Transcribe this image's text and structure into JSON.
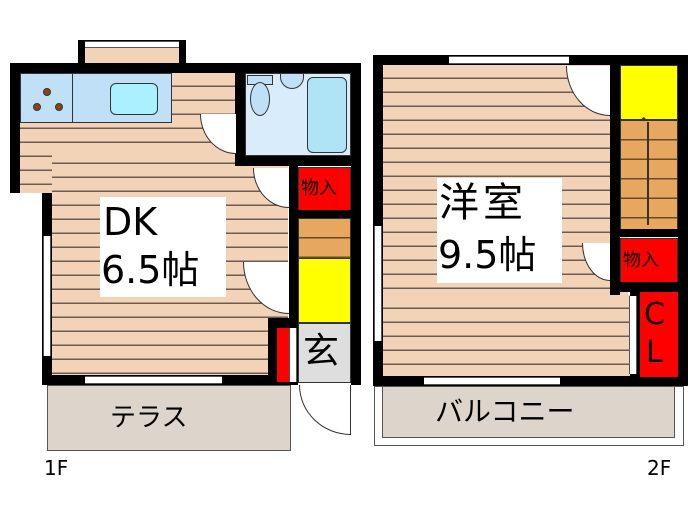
{
  "floor1": {
    "label": "1F",
    "rooms": {
      "dk": {
        "name": "DK",
        "size": "6.5帖"
      },
      "storage": {
        "name": "物入"
      },
      "entrance": {
        "name": "玄"
      },
      "terrace": {
        "name": "テラス"
      }
    }
  },
  "floor2": {
    "label": "2F",
    "rooms": {
      "western": {
        "name": "洋室",
        "size": "9.5帖"
      },
      "storage": {
        "name": "物入"
      },
      "closet": {
        "name_top": "C",
        "name_bottom": "L"
      },
      "balcony": {
        "name": "バルコニー"
      }
    }
  },
  "colors": {
    "floor": "#f3d3b8",
    "wet_area": "#bfe0f7",
    "storage": "#ff0000",
    "stairs": "#e8a75e",
    "landing": "#ffff00",
    "entrance": "#dedede",
    "outdoor": "#ddd4cc"
  }
}
